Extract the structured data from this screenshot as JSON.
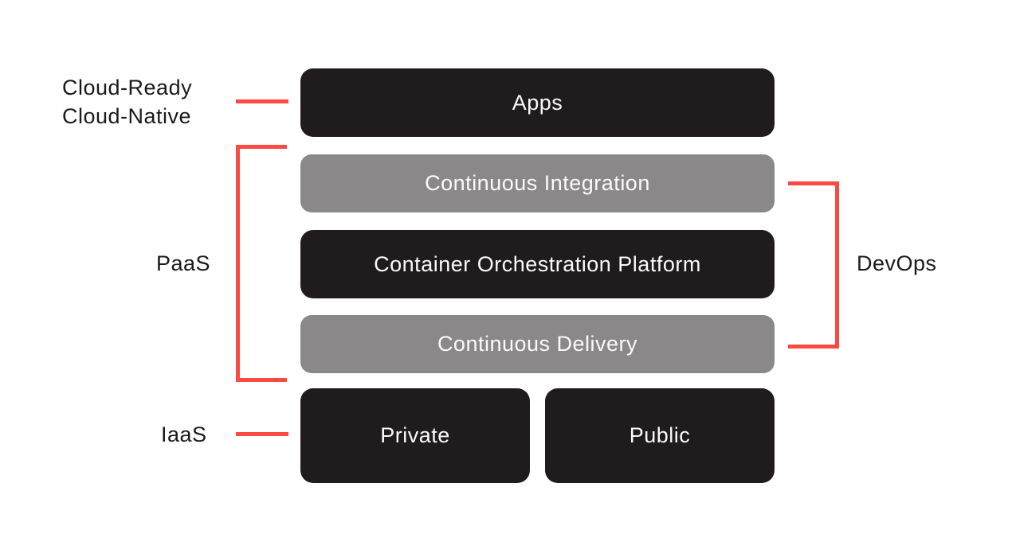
{
  "colors": {
    "dark": "#201c1e",
    "gray": "#8b8889",
    "red": "#fb4a41",
    "text_dark": "#1b1a1a",
    "text_light": "#fbfafa"
  },
  "layers": {
    "apps": {
      "label": "Apps",
      "tone": "dark"
    },
    "ci": {
      "label": "Continuous Integration",
      "tone": "gray"
    },
    "cop": {
      "label": "Container Orchestration Platform",
      "tone": "dark"
    },
    "cd": {
      "label": "Continuous Delivery",
      "tone": "gray"
    },
    "private": {
      "label": "Private",
      "tone": "dark"
    },
    "public": {
      "label": "Public",
      "tone": "dark"
    }
  },
  "annotations": {
    "cloud_ready": {
      "line1": "Cloud-Ready",
      "line2": "Cloud-Native",
      "side": "left",
      "connector": "dash"
    },
    "paas": {
      "label": "PaaS",
      "side": "left",
      "connector": "bracket"
    },
    "iaas": {
      "label": "IaaS",
      "side": "left",
      "connector": "dash"
    },
    "devops": {
      "label": "DevOps",
      "side": "right",
      "connector": "bracket"
    }
  }
}
